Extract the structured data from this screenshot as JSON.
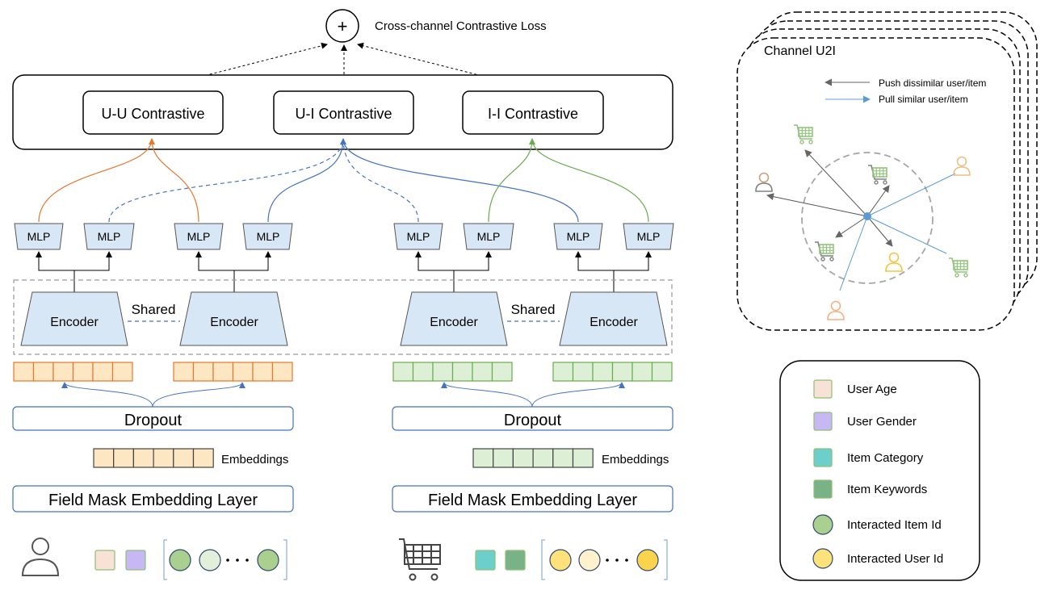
{
  "loss": {
    "plus_symbol": "+",
    "label": "Cross-channel Contrastive Loss"
  },
  "contrastive": {
    "uu": "U-U Contrastive",
    "ui": "U-I Contrastive",
    "ii": "I-I Contrastive"
  },
  "user_side": {
    "mlp": [
      "MLP",
      "MLP",
      "MLP",
      "MLP"
    ],
    "encoder_left": "Encoder",
    "encoder_right": "Encoder",
    "shared": "Shared",
    "dropout": "Dropout",
    "embeddings": "Embeddings",
    "embedding_layer": "Field Mask Embedding Layer"
  },
  "item_side": {
    "mlp": [
      "MLP",
      "MLP",
      "MLP",
      "MLP"
    ],
    "encoder_left": "Encoder",
    "encoder_right": "Encoder",
    "shared": "Shared",
    "dropout": "Dropout",
    "embeddings": "Embeddings",
    "embedding_layer": "Field Mask Embedding Layer"
  },
  "channel": {
    "title": "Channel U2I",
    "push_label": "Push dissimilar user/item",
    "pull_label": "Pull similar user/item"
  },
  "legend": {
    "items": [
      {
        "label": "User Age",
        "color": "#f8e1d6"
      },
      {
        "label": "User Gender",
        "color": "#c7b8f5"
      },
      {
        "label": "Item Category",
        "color": "#6ccfcb"
      },
      {
        "label": "Item Keywords",
        "color": "#78b286"
      },
      {
        "label": "Interacted Item Id",
        "color": "#a9d08e"
      },
      {
        "label": "Interacted User Id",
        "color": "#fde17a"
      }
    ]
  },
  "colors": {
    "blue_fill": "#d8e7f5",
    "blue_line": "#4472c4",
    "orange": "#e6772e",
    "green": "#6aab4e",
    "user_vec": "#fce7c2",
    "item_vec": "#ddf0d6",
    "dash_gray": "#9a9a9a"
  }
}
